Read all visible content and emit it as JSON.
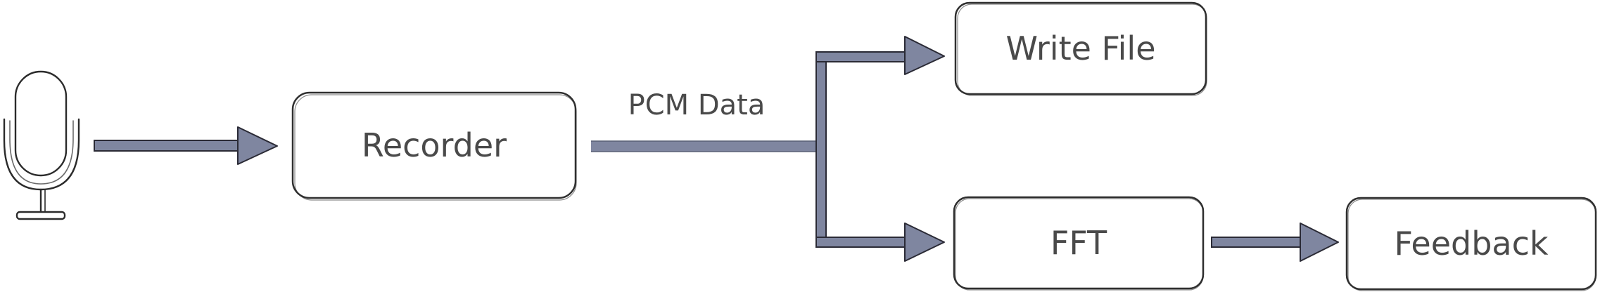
{
  "diagram": {
    "nodes": {
      "recorder": {
        "label": "Recorder"
      },
      "write_file": {
        "label": "Write File"
      },
      "fft": {
        "label": "FFT"
      },
      "feedback": {
        "label": "Feedback"
      }
    },
    "edges": {
      "mic_to_recorder": {
        "label": ""
      },
      "recorder_to_branch": {
        "label": "PCM Data"
      },
      "branch_to_write_file": {
        "label": ""
      },
      "branch_to_fft": {
        "label": ""
      },
      "fft_to_feedback": {
        "label": ""
      }
    },
    "icons": {
      "source": "microphone-icon"
    },
    "colors": {
      "arrow_fill": "#7f86a0",
      "arrow_stroke": "#2a2a35",
      "box_stroke": "#2f2f2f",
      "text": "#4a4a4a"
    }
  }
}
